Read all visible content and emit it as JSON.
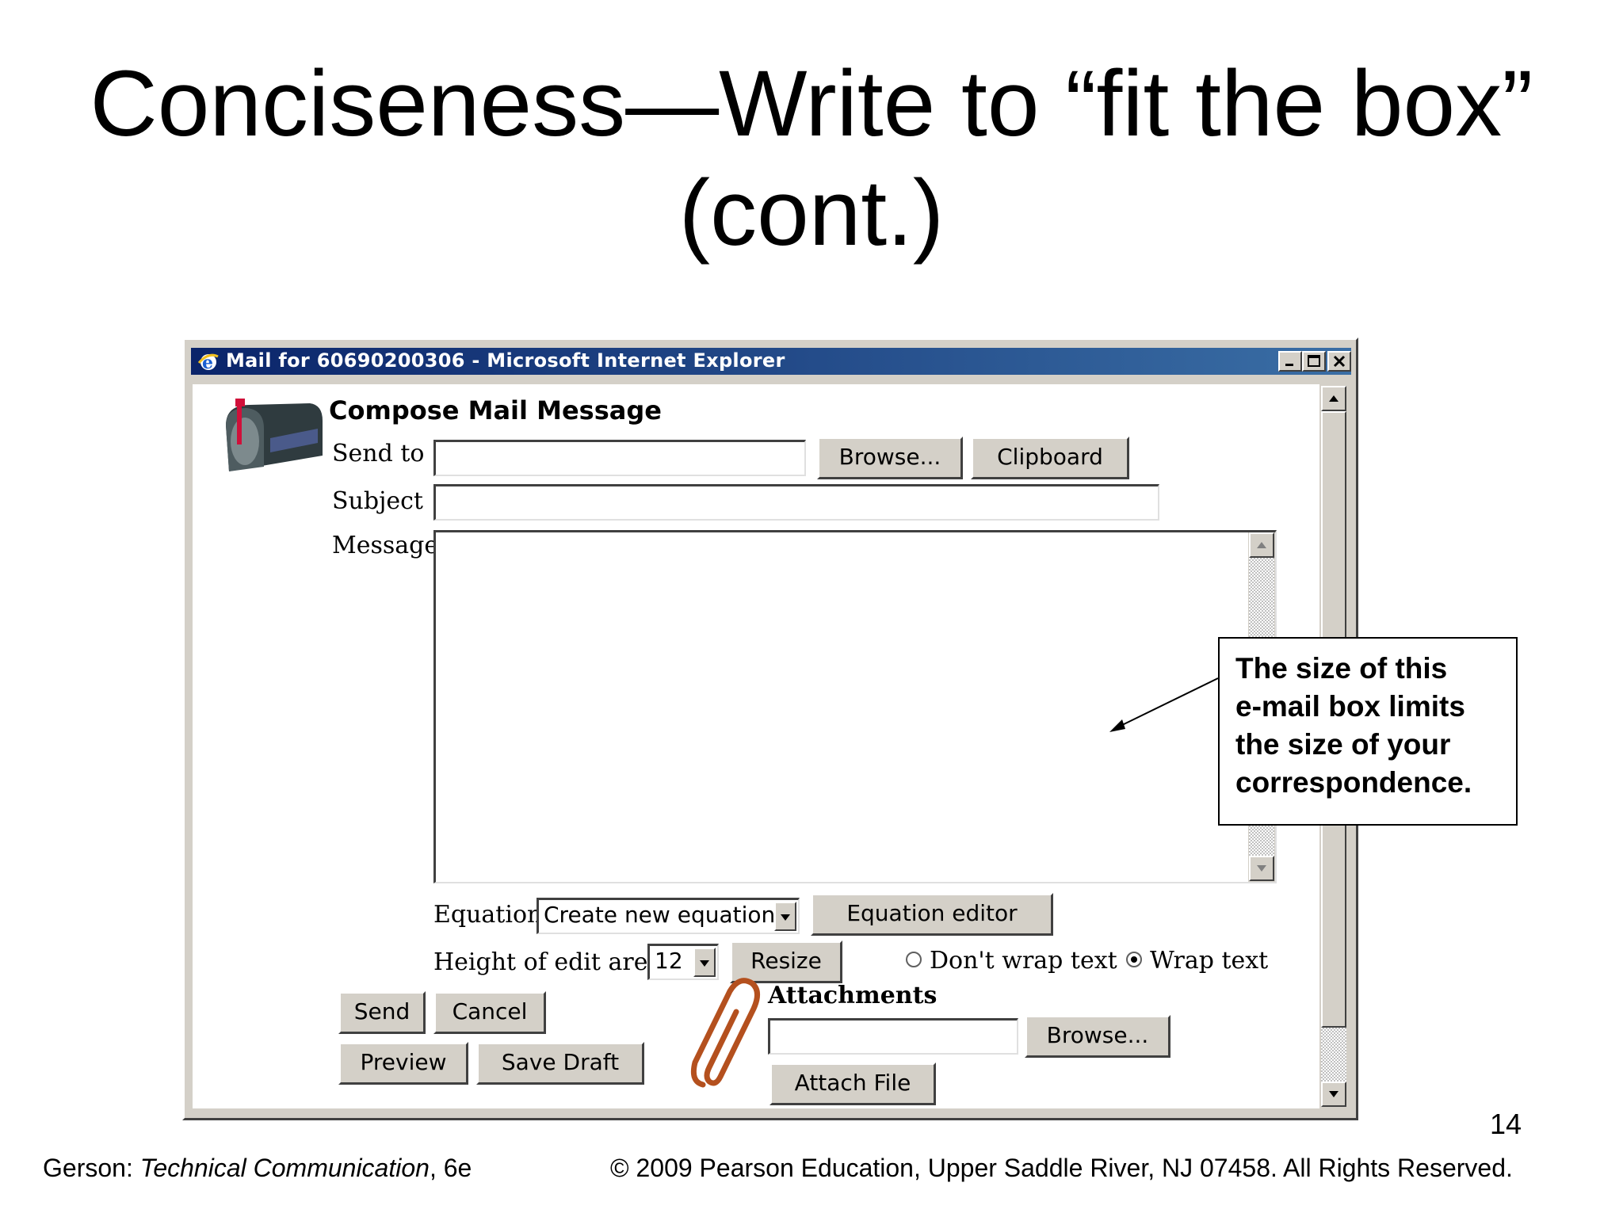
{
  "slide": {
    "title_line1": "Conciseness—Write to “fit the box”",
    "title_line2": "(cont.)",
    "page_number": "14",
    "footer_author": "Gerson: ",
    "footer_book": "Technical Communication",
    "footer_edition": ", 6e",
    "footer_copyright": "© 2009 Pearson Education, Upper Saddle River, NJ 07458. All Rights Reserved."
  },
  "window": {
    "title": "Mail for 60690200306 - Microsoft Internet Explorer",
    "controls": [
      "minimize-icon",
      "maximize-icon",
      "close-icon"
    ]
  },
  "form": {
    "heading": "Compose Mail Message",
    "send_to_label": "Send to",
    "send_to_value": "",
    "browse_label": "Browse...",
    "clipboard_label": "Clipboard",
    "subject_label": "Subject",
    "subject_value": "",
    "message_label": "Message",
    "message_value": "",
    "equation_label": "Equation",
    "equation_selected": "Create new equation",
    "equation_editor_label": "Equation editor",
    "height_label": "Height of edit area",
    "height_selected": "12",
    "resize_label": "Resize",
    "dont_wrap_label": "Don't wrap text",
    "wrap_label": "Wrap text",
    "wrap_selected": "Wrap text",
    "send_label": "Send",
    "cancel_label": "Cancel",
    "preview_label": "Preview",
    "save_draft_label": "Save Draft",
    "attachments_heading": "Attachments",
    "attachment_browse_label": "Browse...",
    "attach_file_label": "Attach File"
  },
  "callout": {
    "line1": "The size of this",
    "line2": "e-mail box limits",
    "line3": "the size of your",
    "line4": "correspondence."
  },
  "colors": {
    "titlebar_start": "#0a246a",
    "titlebar_end": "#3a6ea5",
    "window_face": "#d4d0c8"
  }
}
